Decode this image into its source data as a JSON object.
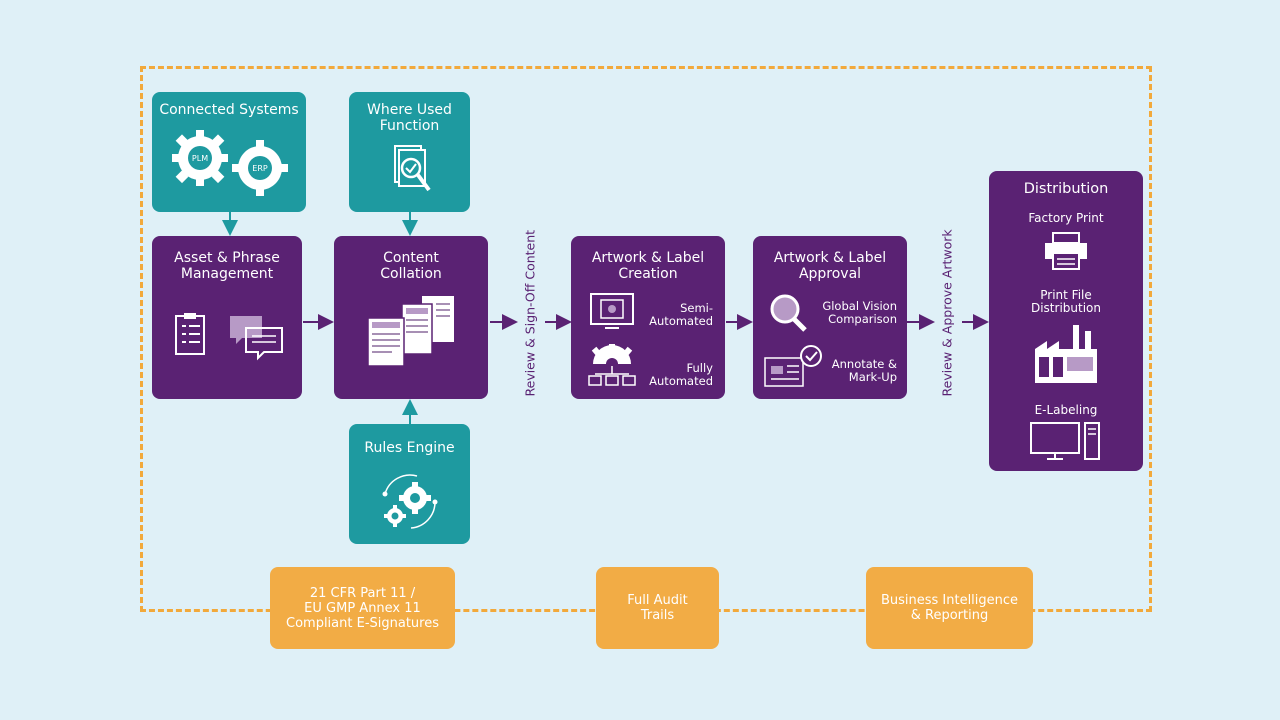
{
  "connected_systems": {
    "title_lines": [
      "Connected Systems"
    ],
    "gear_left": "PLM",
    "gear_right": "ERP"
  },
  "where_used": {
    "title_lines": [
      "Where Used",
      "Function"
    ]
  },
  "asset_phrase": {
    "title_lines": [
      "Asset & Phrase",
      "Management"
    ]
  },
  "content_collation": {
    "title_lines": [
      "Content",
      "Collation"
    ]
  },
  "rules_engine": {
    "title_lines": [
      "Rules Engine"
    ]
  },
  "review_signoff": "Review & Sign-Off Content",
  "artwork_creation": {
    "title_lines": [
      "Artwork & Label",
      "Creation"
    ],
    "semi": [
      "Semi-",
      "Automated"
    ],
    "fully": [
      "Fully",
      "Automated"
    ]
  },
  "artwork_approval": {
    "title_lines": [
      "Artwork & Label",
      "Approval"
    ],
    "global": [
      "Global Vision",
      "Comparison"
    ],
    "annotate": [
      "Annotate &",
      "Mark-Up"
    ]
  },
  "review_approve": "Review & Approve Artwork",
  "distribution": {
    "title": "Distribution",
    "factory_print": "Factory Print",
    "print_file": [
      "Print File",
      "Distribution"
    ],
    "e_labeling": "E-Labeling"
  },
  "compliance": [
    "21 CFR Part 11 /",
    "EU GMP Annex 11",
    "Compliant E-Signatures"
  ],
  "audit": [
    "Full Audit",
    "Trails"
  ],
  "bi": [
    "Business Intelligence",
    "& Reporting"
  ],
  "colors": {
    "teal": "#1e9aa0",
    "purple": "#5a2273",
    "orange": "#f2ac45",
    "dash": "#f2a93b",
    "background": "#dff0f7"
  }
}
